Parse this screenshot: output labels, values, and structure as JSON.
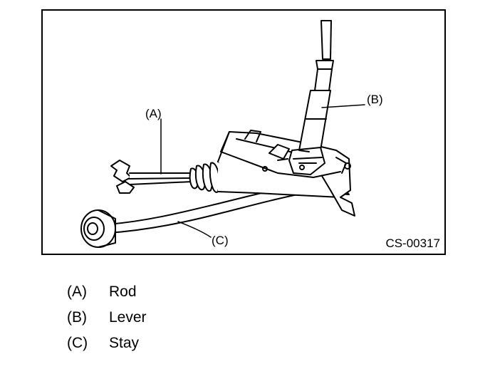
{
  "figure": {
    "id": "CS-00317",
    "callouts": [
      {
        "key": "A",
        "text": "(A)"
      },
      {
        "key": "B",
        "text": "(B)"
      },
      {
        "key": "C",
        "text": "(C)"
      }
    ]
  },
  "legend": {
    "items": [
      {
        "key": "(A)",
        "label": "Rod"
      },
      {
        "key": "(B)",
        "label": "Lever"
      },
      {
        "key": "(C)",
        "label": "Stay"
      }
    ]
  }
}
